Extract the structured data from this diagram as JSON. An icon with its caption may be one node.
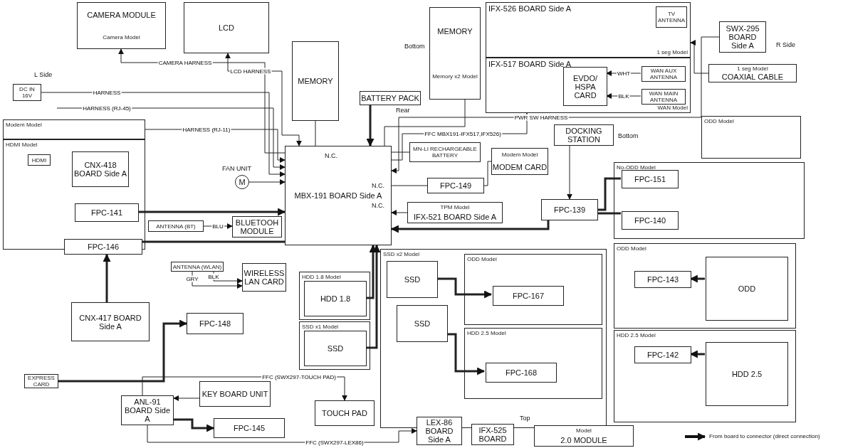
{
  "diagram": {
    "nodes": [
      {
        "text": [
          "CAMERA MODULE",
          "Camera Model"
        ]
      },
      {
        "text": [
          "LCD"
        ]
      },
      {
        "text": [
          "MEMORY"
        ]
      },
      {
        "text": [
          "MEMORY",
          "Memory x2 Model"
        ],
        "beside": [
          "Bottom"
        ]
      },
      {
        "text": [
          "BATTERY PACK"
        ]
      },
      {
        "text": [
          "IFX-526 BOARD Side A",
          "1 seg Model"
        ]
      },
      {
        "text": [
          "TV ANTENNA"
        ],
        "in": 5
      },
      {
        "text": [
          "IFX-517 BOARD Side A",
          "WAN Model"
        ]
      },
      {
        "text": [
          "EVDO/ HSPA CARD"
        ],
        "in": 7
      },
      {
        "text": [
          "WAN AUX ANTENNA"
        ],
        "in": 7
      },
      {
        "text": [
          "WAN MAIN ANTENNA"
        ],
        "in": 7
      },
      {
        "text": [
          "SWX-295 BOARD Side A"
        ]
      },
      {
        "text": [
          "1 seg Model",
          "COAXIAL CABLE"
        ]
      },
      {
        "text": [
          "DC IN 16V"
        ]
      },
      {
        "text": [
          "Modem Model"
        ]
      },
      {
        "text": [
          "HDMI Model"
        ]
      },
      {
        "text": [
          "HDMI"
        ],
        "in": 15
      },
      {
        "text": [
          "CNX-418 BOARD Side A"
        ],
        "in": 15
      },
      {
        "text": [
          "FPC-141"
        ],
        "in": 15
      },
      {
        "text": [
          "M"
        ],
        "beside": [
          "FAN UNIT"
        ]
      },
      {
        "text": [
          "ANTENNA (BT)"
        ]
      },
      {
        "text": [
          "BLUETOOH MODULE"
        ]
      },
      {
        "text": [
          "MBX-191 BOARD Side A"
        ]
      },
      {
        "text": [
          "MN-LI RECHARGEABLE BATTERY"
        ]
      },
      {
        "text": [
          "Modem Model",
          "MODEM CARD"
        ]
      },
      {
        "text": [
          "FPC-149"
        ]
      },
      {
        "text": [
          "DOCKING STATION"
        ],
        "beside": [
          "Bottom"
        ]
      },
      {
        "text": [
          "FPC-139"
        ]
      },
      {
        "text": [
          "ODD Model"
        ]
      },
      {
        "text": [
          "No-ODD Model"
        ]
      },
      {
        "text": [
          "FPC-151"
        ],
        "in": 29
      },
      {
        "text": [
          "FPC-140"
        ],
        "in": 29
      },
      {
        "text": [
          "TPM Model",
          "IFX-521 BOARD Side A"
        ]
      },
      {
        "text": [
          "FPC-146"
        ]
      },
      {
        "text": [
          "WIRELESS LAN CARD"
        ]
      },
      {
        "text": [
          "ANTENNA (WLAN)"
        ]
      },
      {
        "text": [
          "CNX-417 BOARD Side A"
        ]
      },
      {
        "text": [
          "FPC-148"
        ]
      },
      {
        "text": [
          "EXPRESS CARD"
        ]
      },
      {
        "text": [
          "HDD 1.8 Model"
        ]
      },
      {
        "text": [
          "HDD 1.8"
        ],
        "in": 39
      },
      {
        "text": [
          "SSD x1 Model"
        ]
      },
      {
        "text": [
          "SSD"
        ],
        "in": 41
      },
      {
        "text": [
          "SSD x2 Model"
        ]
      },
      {
        "text": [
          "SSD"
        ],
        "in": 43
      },
      {
        "text": [
          "SSD"
        ],
        "in": 43
      },
      {
        "text": [
          "ODD Model"
        ],
        "in": 43
      },
      {
        "text": [
          "FPC-167"
        ],
        "in": 46
      },
      {
        "text": [
          "HDD 2.5 Model"
        ],
        "in": 43
      },
      {
        "text": [
          "FPC-168"
        ],
        "in": 48
      },
      {
        "text": [
          "ODD Model"
        ]
      },
      {
        "text": [
          "FPC-143"
        ],
        "in": 50
      },
      {
        "text": [
          "ODD"
        ],
        "in": 50
      },
      {
        "text": [
          "HDD 2.5 Model"
        ]
      },
      {
        "text": [
          "FPC-142"
        ],
        "in": 53
      },
      {
        "text": [
          "HDD 2.5"
        ],
        "in": 53
      },
      {
        "text": [
          "KEY BOARD UNIT"
        ]
      },
      {
        "text": [
          "ANL-91 BOARD Side A"
        ]
      },
      {
        "text": [
          "FPC-145"
        ]
      },
      {
        "text": [
          "TOUCH PAD"
        ]
      },
      {
        "text": [
          "LEX-86 BOARD Side A"
        ]
      },
      {
        "text": [
          "IFX-525 BOARD"
        ]
      },
      {
        "text": [
          "Model",
          "2.0 MODULE"
        ]
      }
    ],
    "edges": [
      {
        "from": 22,
        "to": 0,
        "arrow": "to",
        "label": "CAMERA HARNESS"
      },
      {
        "from": 22,
        "to": 1,
        "arrow": "both",
        "label": "LCD HARNESS"
      },
      {
        "from": 13,
        "to": 22,
        "arrow": "to",
        "label": "HARNESS"
      },
      {
        "from": null,
        "to": 22,
        "arrow": "to",
        "label": "HARNESS (RJ-45)"
      },
      {
        "from": 14,
        "to": 22,
        "arrow": "to",
        "label": "HARNESS (RJ-11)"
      },
      {
        "from": 11,
        "to": 22,
        "arrow": "to",
        "label": "PWR SW HARNESS"
      },
      {
        "from": 22,
        "to": 7,
        "arrow": "to",
        "label": "FFC MBX191-IFX517,IFX526)"
      },
      {
        "from": 12,
        "to": 5,
        "arrow": "to"
      },
      {
        "from": 4,
        "to": 22,
        "arrow": "to",
        "style": "thick"
      },
      {
        "from": 2,
        "to": 22,
        "arrow": "none"
      },
      {
        "from": 3,
        "to": 22,
        "arrow": "none"
      },
      {
        "from": 23,
        "to": 22,
        "arrow": "none"
      },
      {
        "from": 19,
        "to": 22,
        "arrow": "to"
      },
      {
        "from": 20,
        "to": 21,
        "arrow": "to",
        "label": "BLU"
      },
      {
        "from": 9,
        "to": 8,
        "arrow": "to",
        "label": "WHT"
      },
      {
        "from": 10,
        "to": 8,
        "arrow": "to",
        "label": "BLK"
      },
      {
        "from": 35,
        "to": 34,
        "arrow": "to",
        "label": "BLK"
      },
      {
        "from": 35,
        "to": 34,
        "arrow": "to",
        "label": "GRY"
      },
      {
        "from": 26,
        "to": 27,
        "arrow": "to"
      },
      {
        "from": 27,
        "to": 22,
        "arrow": "to",
        "style": "thick"
      },
      {
        "from": 27,
        "to": 30,
        "arrow": "none",
        "style": "thick"
      },
      {
        "from": 27,
        "to": 31,
        "arrow": "none",
        "style": "thick"
      },
      {
        "from": 32,
        "to": 22,
        "arrow": "to"
      },
      {
        "from": 18,
        "to": 22,
        "arrow": "to",
        "style": "thick"
      },
      {
        "from": 33,
        "to": 22,
        "arrow": "none",
        "style": "thick"
      },
      {
        "from": 36,
        "to": 33,
        "arrow": "to",
        "style": "thick"
      },
      {
        "from": 38,
        "to": 37,
        "arrow": "to",
        "style": "thick"
      },
      {
        "from": 40,
        "to": 22,
        "arrow": "to",
        "style": "thick"
      },
      {
        "from": 42,
        "to": 22,
        "arrow": "to",
        "style": "thick"
      },
      {
        "from": 44,
        "to": 47,
        "arrow": "to",
        "style": "thick"
      },
      {
        "from": 45,
        "to": 49,
        "arrow": "to",
        "style": "thick"
      },
      {
        "from": 52,
        "to": 51,
        "arrow": "to",
        "style": "thick"
      },
      {
        "from": 55,
        "to": 54,
        "arrow": "to",
        "style": "thick"
      },
      {
        "from": 56,
        "to": 57,
        "arrow": "to"
      },
      {
        "from": 57,
        "to": 58,
        "arrow": "to",
        "style": "thick"
      },
      {
        "from": 57,
        "to": 59,
        "arrow": "to",
        "label": "FFC (SWX297-TOUCH PAD)"
      },
      {
        "from": 57,
        "to": 60,
        "arrow": "to",
        "label": "FFC (SWX297-LEX86)"
      },
      {
        "from": 25,
        "to": 22,
        "arrow": "none"
      },
      {
        "from": 24,
        "to": 25,
        "arrow": "none"
      }
    ],
    "labels": [
      "L Side",
      "Rear",
      "N.C.",
      "R Side",
      "N.C.",
      "N.C.",
      "Top"
    ],
    "legend": [
      {
        "text": "From board to connector (direct connection)"
      }
    ]
  }
}
